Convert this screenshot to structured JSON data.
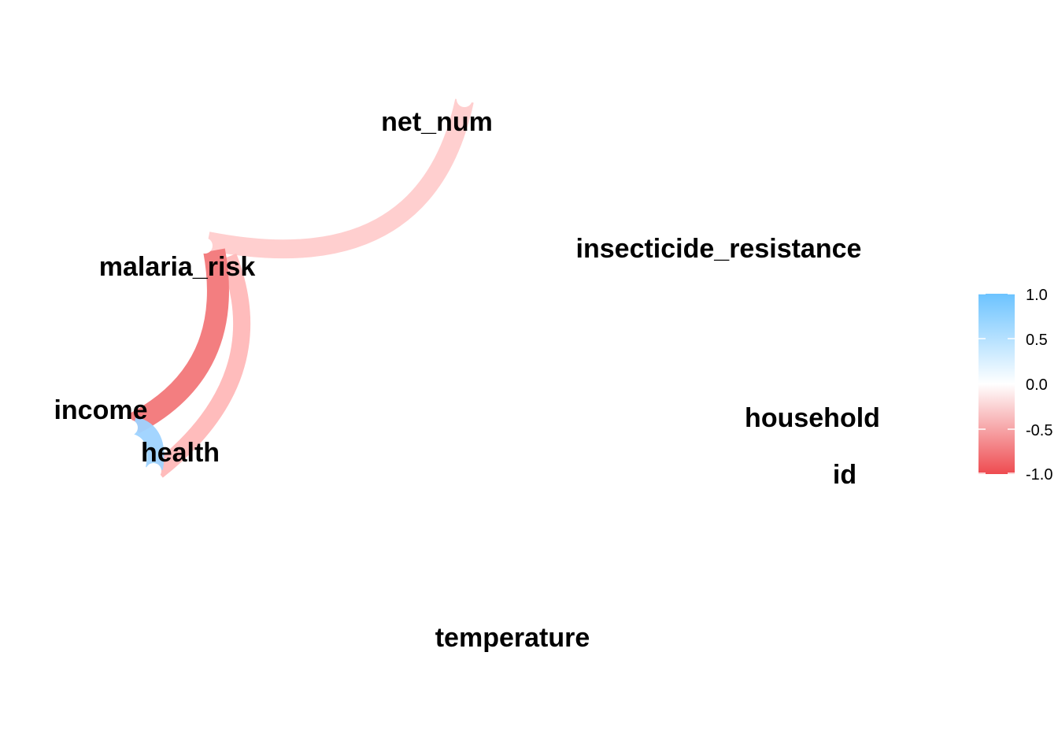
{
  "nodes": [
    {
      "id": "net_num",
      "label": "net_num"
    },
    {
      "id": "malaria_risk",
      "label": "malaria_risk"
    },
    {
      "id": "insecticide_resistance",
      "label": "insecticide_resistance"
    },
    {
      "id": "income",
      "label": "income"
    },
    {
      "id": "health",
      "label": "health"
    },
    {
      "id": "household",
      "label": "household"
    },
    {
      "id": "id",
      "label": "id"
    },
    {
      "id": "temperature",
      "label": "temperature"
    }
  ],
  "edges": [
    {
      "from": "net_num",
      "to": "malaria_risk",
      "correlation": -0.3
    },
    {
      "from": "malaria_risk",
      "to": "health",
      "correlation": -0.4
    },
    {
      "from": "malaria_risk",
      "to": "income",
      "correlation": -0.8
    },
    {
      "from": "income",
      "to": "health",
      "correlation": 0.7
    }
  ],
  "legend": {
    "ticks": [
      "1.0",
      "0.5",
      "0.0",
      "-0.5",
      "-1.0"
    ],
    "colors": {
      "positive": "#6CC3FF",
      "zero": "#FFFFFF",
      "negative": "#EE4B50"
    }
  }
}
